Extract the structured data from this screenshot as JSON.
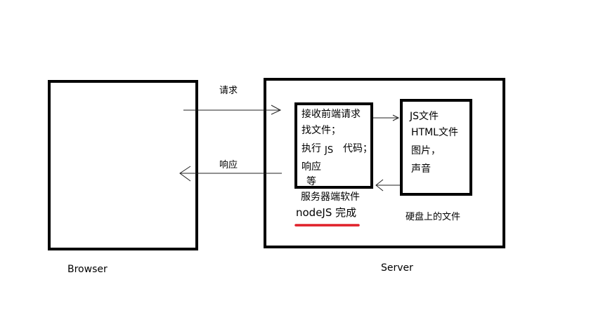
{
  "browser": {
    "label": "Browser"
  },
  "server": {
    "label": "Server",
    "software": {
      "lines": [
        "接收前端请求",
        "找文件；",
        "执行",
        "JS",
        "代码；",
        "响应",
        "等"
      ],
      "caption": "服务器端软件",
      "note": "nodeJS 完成"
    },
    "disk": {
      "lines": [
        "JS文件",
        "HTML文件",
        "图片，",
        "声音"
      ],
      "caption": "硬盘上的文件"
    }
  },
  "arrows": {
    "request_label": "请求",
    "response_label": "响应"
  },
  "colors": {
    "stroke": "#000000",
    "arrow": "#222222",
    "highlight": "#e0202a"
  }
}
